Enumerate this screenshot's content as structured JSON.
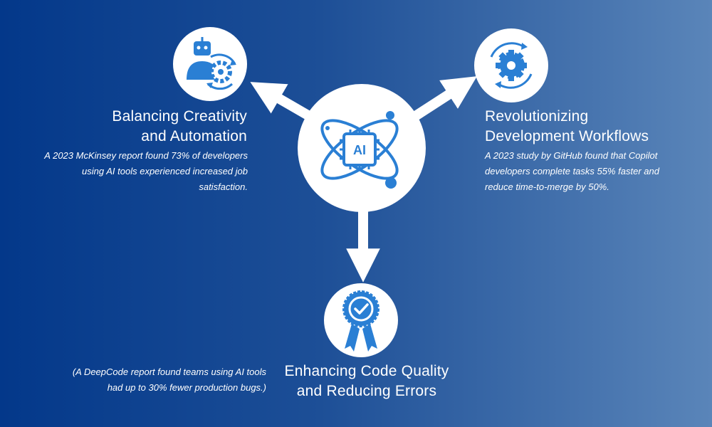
{
  "center": {
    "chip_label": "AI",
    "icon": "ai-atom-chip-icon"
  },
  "nodes": {
    "left": {
      "icon": "robot-gear-icon",
      "title_lines": [
        "Balancing Creativity",
        "and Automation"
      ],
      "text_lines": [
        "A 2023 McKinsey report found 73% of developers",
        "using AI tools experienced increased job",
        "satisfaction."
      ]
    },
    "right": {
      "icon": "gear-cycle-icon",
      "title_lines": [
        "Revolutionizing",
        "Development Workflows"
      ],
      "text_lines": [
        "A 2023 study by GitHub found that Copilot",
        "developers complete tasks 55% faster and",
        "reduce time-to-merge by 50%."
      ]
    },
    "bottom": {
      "icon": "award-ribbon-check-icon",
      "title_lines": [
        "Enhancing Code Quality",
        "and Reducing Errors"
      ],
      "text_lines": [
        "(A DeepCode report found teams using AI tools",
        "had up to 30% fewer production bugs.)"
      ]
    }
  },
  "colors": {
    "accent": "#2a7fd4",
    "background_start": "#03388a",
    "background_end": "#5a85b9",
    "circle": "#ffffff"
  }
}
